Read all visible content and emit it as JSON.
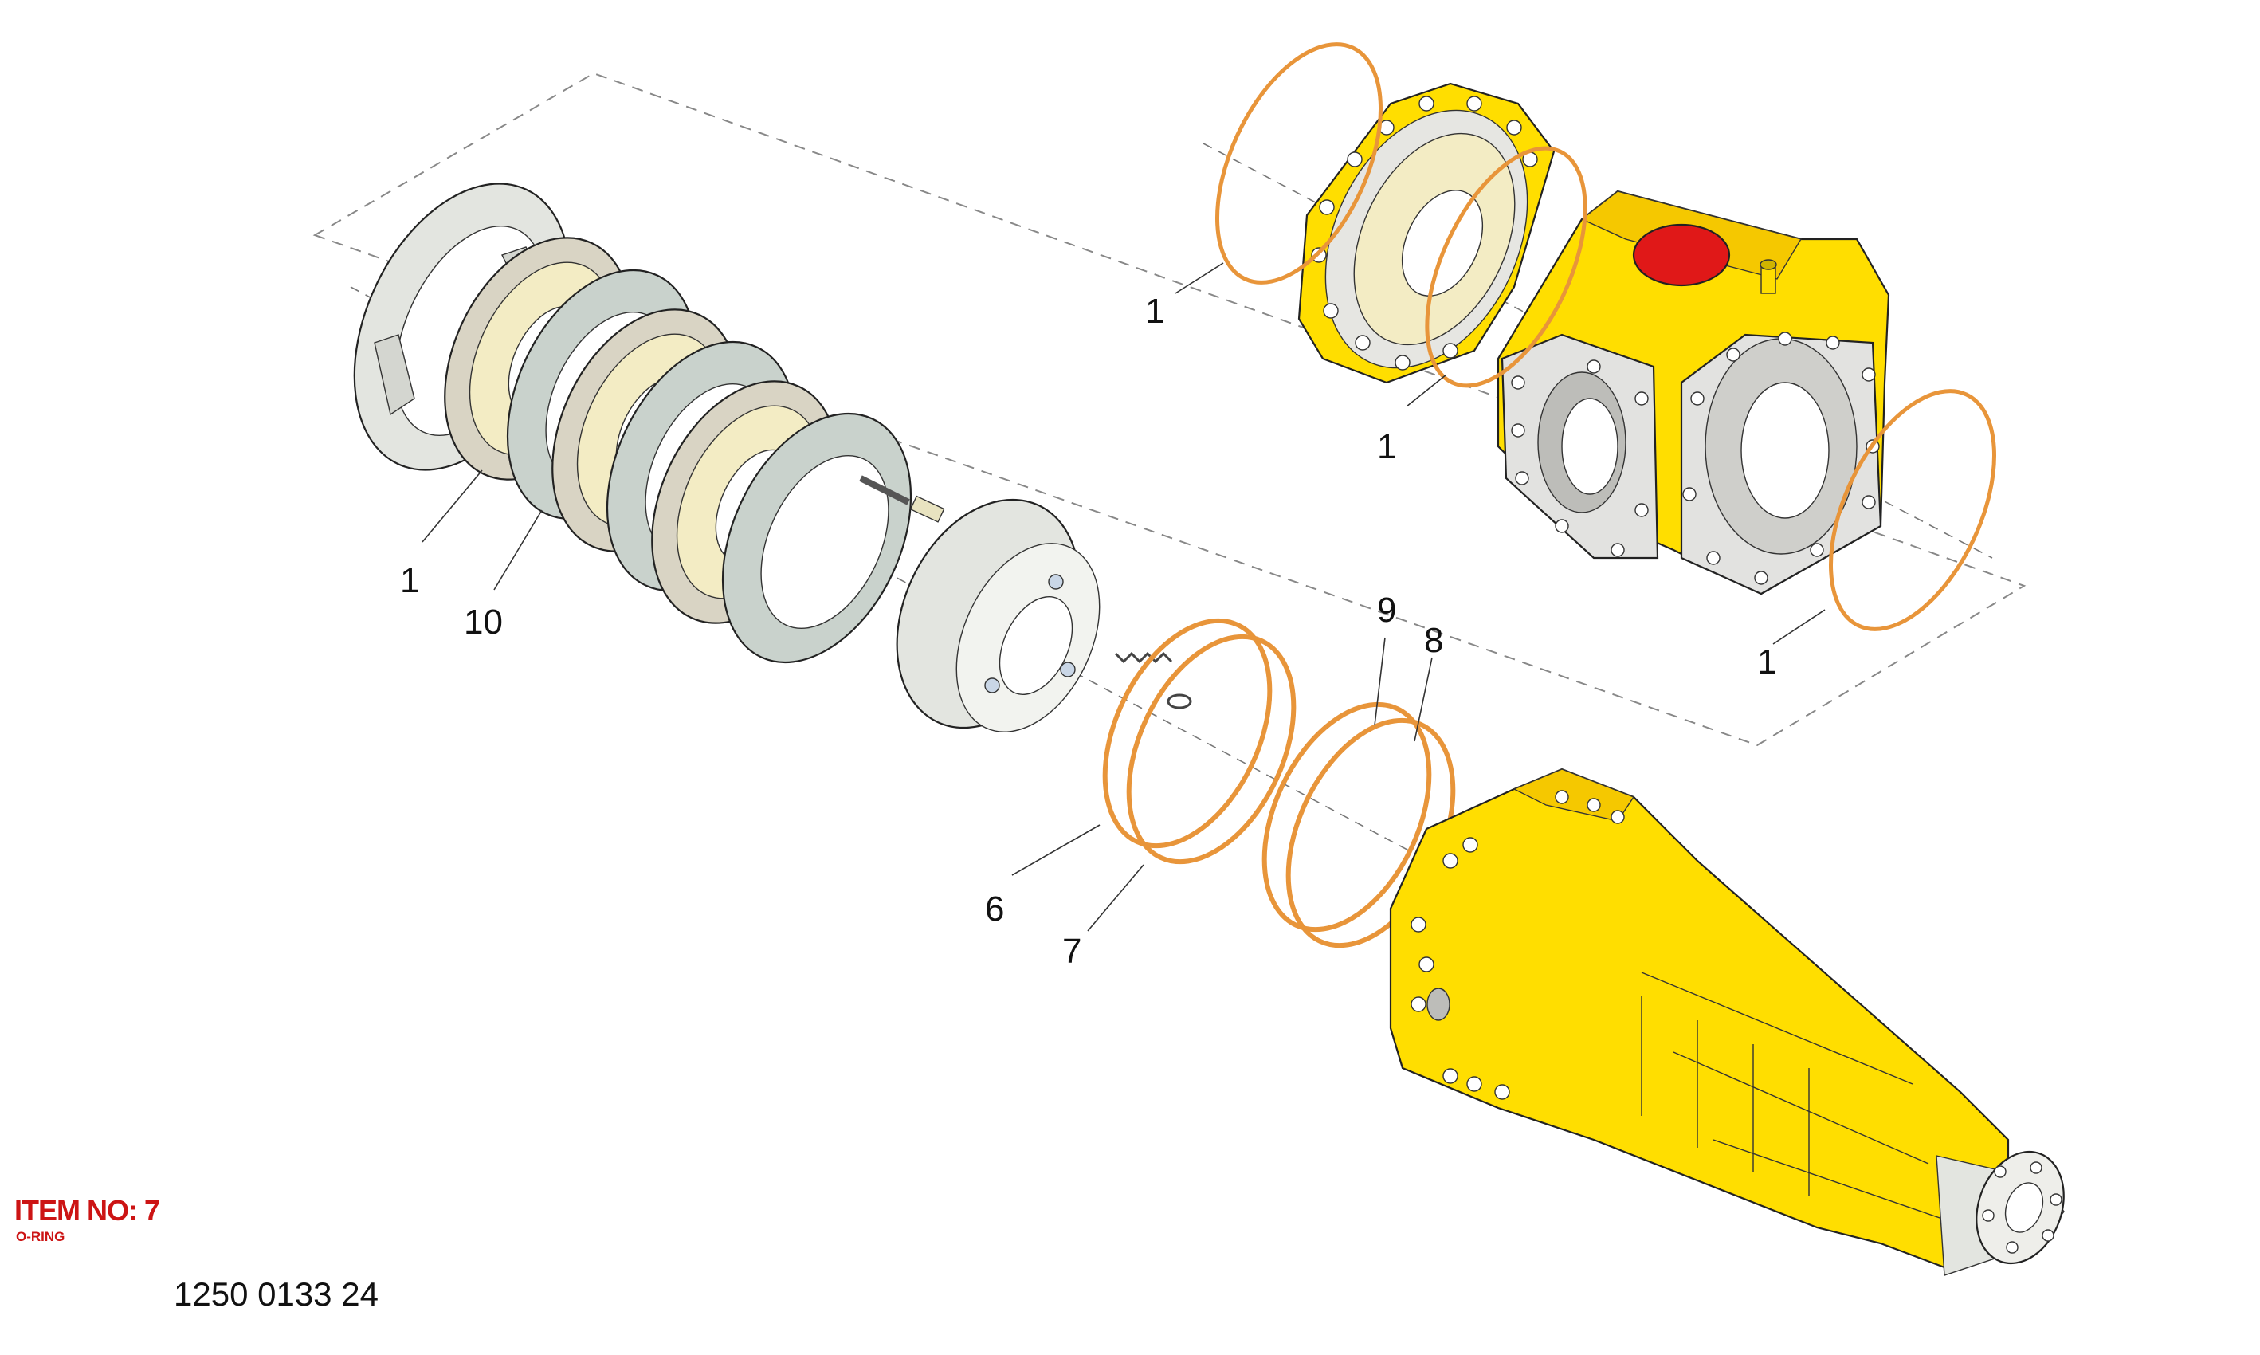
{
  "callouts": {
    "ring_top_left": "1",
    "ring_top_mid": "1",
    "ring_right": "1",
    "ring_left": "1",
    "discs": "10",
    "oring_6": "6",
    "oring_7": "7",
    "oring_9": "9",
    "oring_8": "8"
  },
  "item": {
    "title": "ITEM NO: 7",
    "subtitle": "O-RING",
    "part_number": "1250 0133 24"
  },
  "colors": {
    "housing": "#ffde00",
    "oring": "#e8953a",
    "disc_grey": "#c9d2cc",
    "friction": "#f3ecc4",
    "item_label": "#cc1414",
    "cap": "#e01818"
  }
}
